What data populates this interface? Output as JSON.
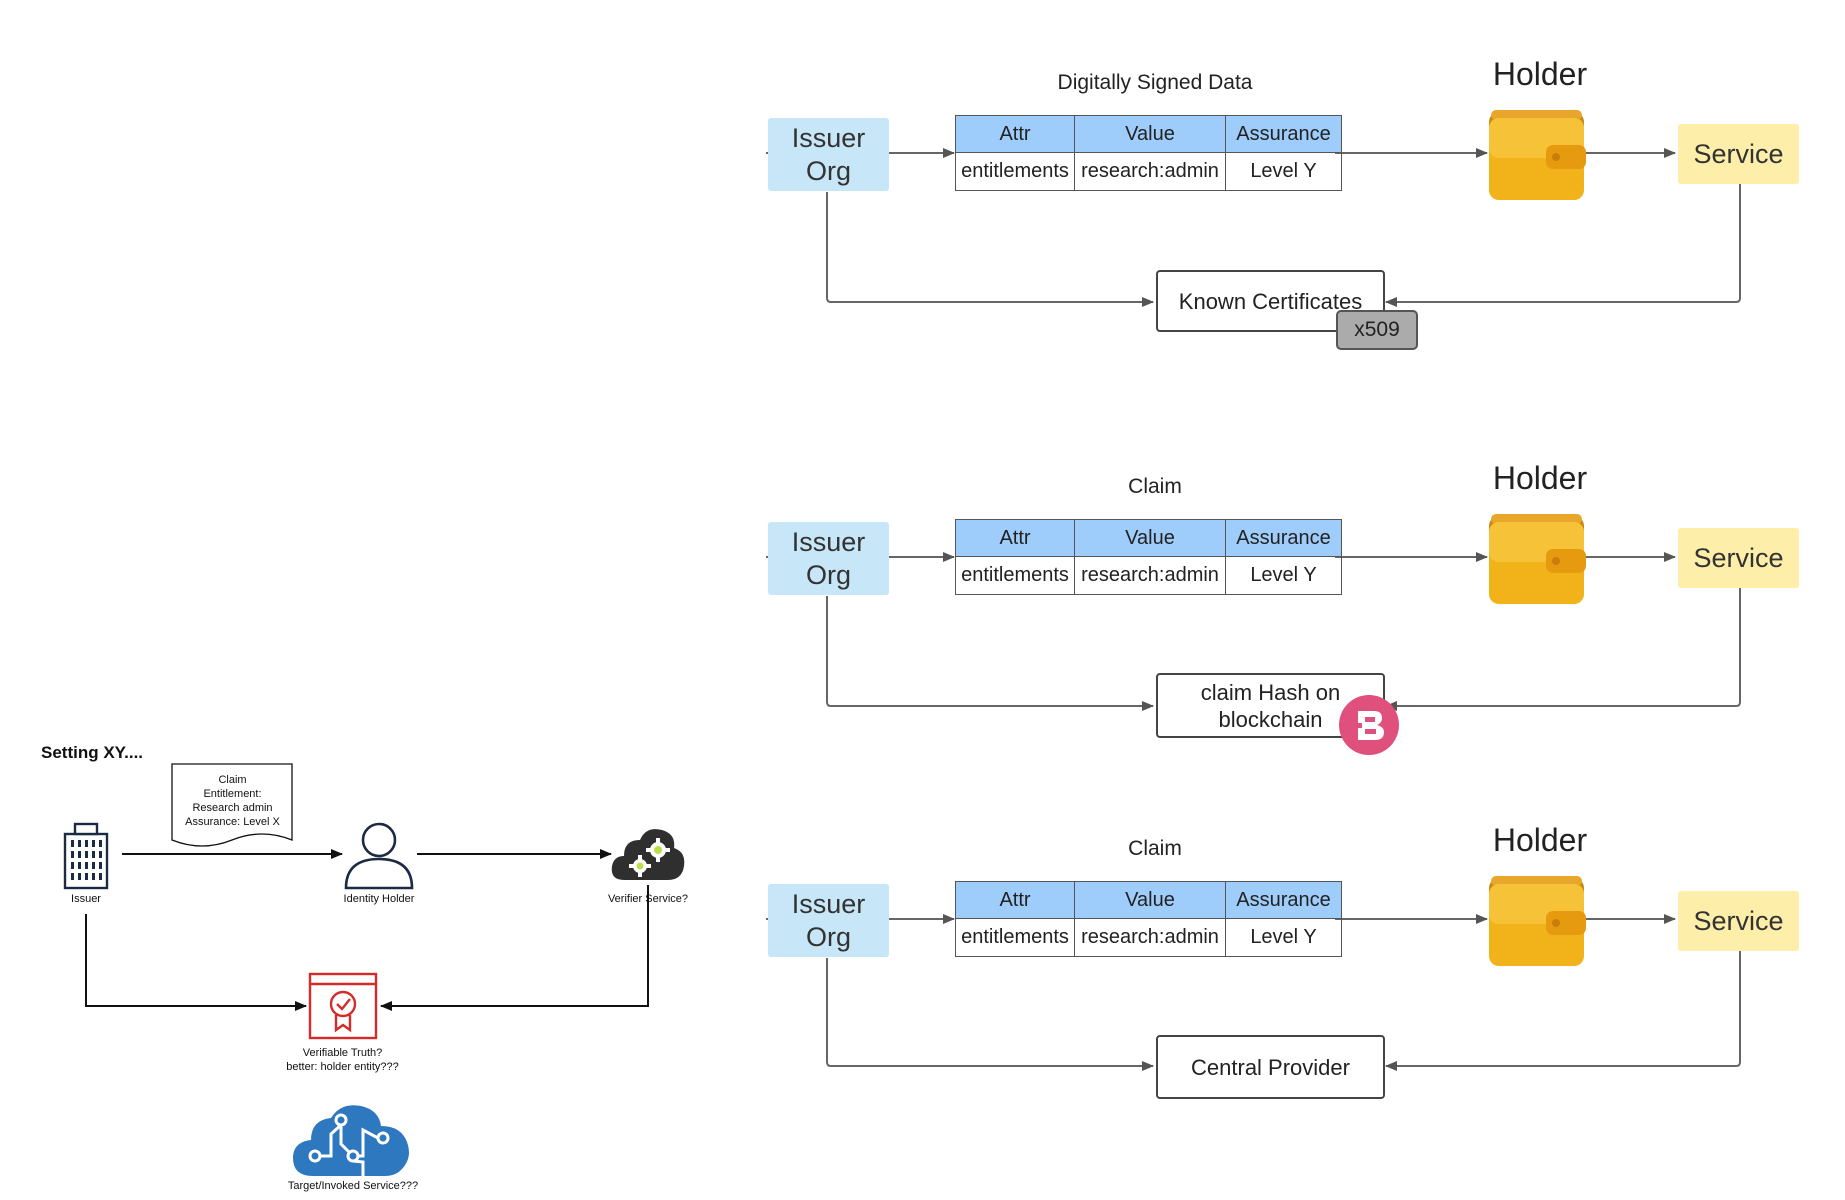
{
  "left": {
    "title": "Setting XY....",
    "claim_doc": [
      "Claim",
      "Entitlement:",
      "Research admin",
      "Assurance: Level X"
    ],
    "issuer_label": "Issuer",
    "holder_label": "Identity Holder",
    "verifier_label": "Verifier Service?",
    "truth_label_1": "Verifiable Truth?",
    "truth_label_2": "better: holder entity???",
    "target_label": "Target/Invoked Service???"
  },
  "flows": [
    {
      "title": "Digitally Signed Data",
      "issuer": [
        "Issuer",
        "Org"
      ],
      "table": {
        "headers": [
          "Attr",
          "Value",
          "Assurance"
        ],
        "row": [
          "entitlements",
          "research:admin",
          "Level Y"
        ]
      },
      "holder": "Holder",
      "service": "Service",
      "verify_box": [
        "Known Certificates"
      ],
      "badge": "x509"
    },
    {
      "title": "Claim",
      "issuer": [
        "Issuer",
        "Org"
      ],
      "table": {
        "headers": [
          "Attr",
          "Value",
          "Assurance"
        ],
        "row": [
          "entitlements",
          "research:admin",
          "Level Y"
        ]
      },
      "holder": "Holder",
      "service": "Service",
      "verify_box": [
        "claim Hash on",
        "blockchain"
      ],
      "badge_icon": "blockchain-b-icon"
    },
    {
      "title": "Claim",
      "issuer": [
        "Issuer",
        "Org"
      ],
      "table": {
        "headers": [
          "Attr",
          "Value",
          "Assurance"
        ],
        "row": [
          "entitlements",
          "research:admin",
          "Level Y"
        ]
      },
      "holder": "Holder",
      "service": "Service",
      "verify_box": [
        "Central Provider"
      ]
    }
  ],
  "colors": {
    "issuer_fill": "#c7e6f7",
    "service_fill": "#fdeeaa",
    "table_header": "#9fcdfb",
    "wallet": "#f2b21a",
    "badge_gray": "#ababab",
    "blockchain_badge": "#e0507c",
    "certificate_red": "#d62b2b",
    "cloud_blue": "#2e78c0"
  },
  "icons": [
    "building-icon",
    "person-icon",
    "document-icon",
    "gear-cloud-icon",
    "certificate-icon",
    "brain-cloud-icon",
    "wallet-icon"
  ]
}
